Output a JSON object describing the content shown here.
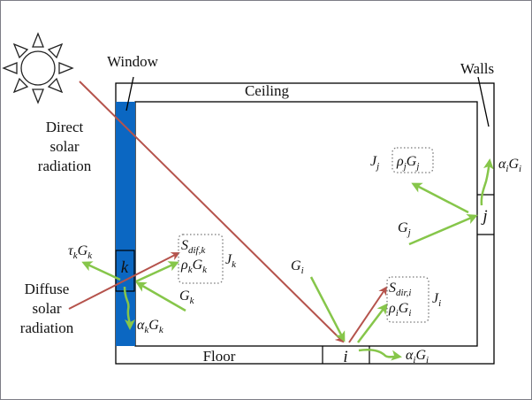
{
  "diagram": {
    "title": "Solar radiation exchange in a room",
    "colors": {
      "window": "#0b67c2",
      "direct_ray": "#b5534c",
      "diffuse_ray": "#b5534c",
      "radiosity_arrow": "#86c64a",
      "outline": "#000000",
      "frame_border": "#7d7d86",
      "dotted_box": "#777777"
    },
    "labels": {
      "window": "Window",
      "ceiling": "Ceiling",
      "walls": "Walls",
      "floor": "Floor",
      "direct_line1": "Direct",
      "direct_line2": "solar",
      "direct_line3": "radiation",
      "diffuse_line1": "Diffuse",
      "diffuse_line2": "solar",
      "diffuse_line3": "radiation"
    },
    "surfaces": {
      "k": "k",
      "i": "i",
      "j": "j"
    },
    "symbols": {
      "tau_k_G_k": {
        "base": "τ",
        "sub1": "k",
        "base2": "G",
        "sub2": "k"
      },
      "G_k": {
        "base": "G",
        "sub": "k"
      },
      "alpha_k_G_k": {
        "base": "α",
        "sub1": "k",
        "base2": "G",
        "sub2": "k"
      },
      "J_k": {
        "base": "J",
        "sub": "k"
      },
      "S_dif_k": {
        "base": "S",
        "sub": "dif,k"
      },
      "rho_k_G_k": {
        "base": "ρ",
        "sub1": "k",
        "base2": "G",
        "sub2": "k"
      },
      "G_i": {
        "base": "G",
        "sub": "i"
      },
      "S_dir_i": {
        "base": "S",
        "sub": "dir,i"
      },
      "rho_i_G_i": {
        "base": "ρ",
        "sub1": "i",
        "base2": "G",
        "sub2": "i"
      },
      "J_i": {
        "base": "J",
        "sub": "i"
      },
      "alpha_i_G_i_floor": {
        "base": "α",
        "sub1": "i",
        "base2": "G",
        "sub2": "i"
      },
      "J_j": {
        "base": "J",
        "sub": "j"
      },
      "rho_j_G_j": {
        "base": "ρ",
        "sub1": "j",
        "base2": "G",
        "sub2": "j"
      },
      "G_j": {
        "base": "G",
        "sub": "j"
      },
      "alpha_i_G_i_wall": {
        "base": "α",
        "sub1": "i",
        "base2": "G",
        "sub2": "i"
      }
    }
  }
}
